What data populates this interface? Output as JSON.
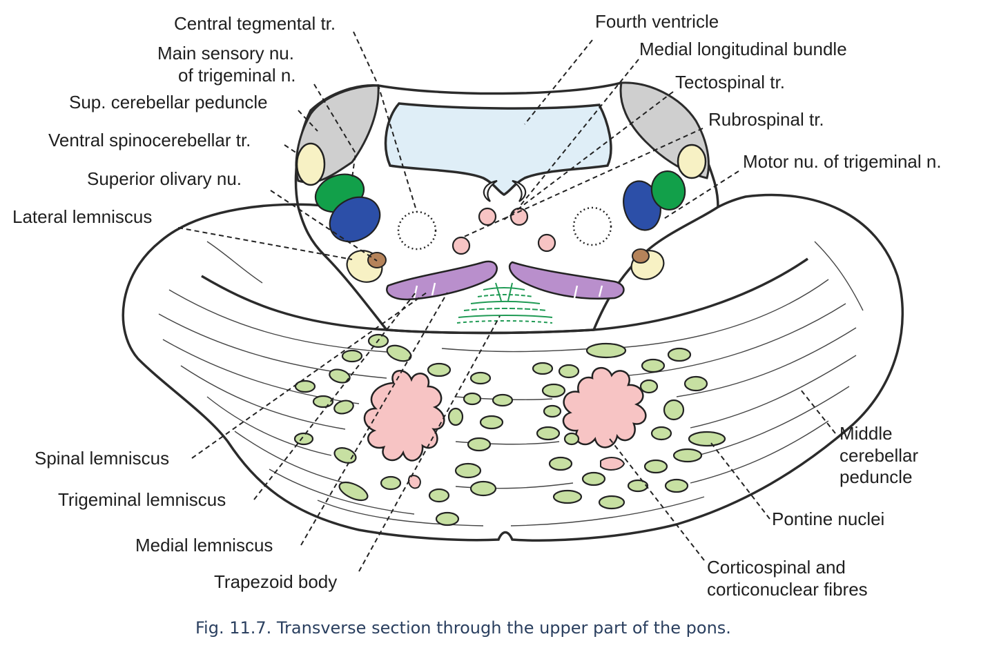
{
  "labels": {
    "central_tegmental": "Central tegmental tr.",
    "main_sensory_1": "Main sensory nu.",
    "main_sensory_2": "of trigeminal n.",
    "sup_cerebellar": "Sup. cerebellar peduncle",
    "ventral_spinocerebellar": "Ventral spinocerebellar tr.",
    "superior_olivary": "Superior olivary nu.",
    "lateral_lemniscus": "Lateral lemniscus",
    "fourth_ventricle": "Fourth ventricle",
    "medial_longitudinal": "Medial longitudinal bundle",
    "tectospinal": "Tectospinal tr.",
    "rubrospinal": "Rubrospinal tr.",
    "motor_nucleus": "Motor nu. of trigeminal n.",
    "spinal_lemniscus": "Spinal lemniscus",
    "trigeminal_lemniscus": "Trigeminal lemniscus",
    "medial_lemniscus": "Medial lemniscus",
    "trapezoid_body": "Trapezoid body",
    "middle_cerebellar_1": "Middle",
    "middle_cerebellar_2": "cerebellar",
    "middle_cerebellar_3": "peduncle",
    "pontine_nuclei": "Pontine nuclei",
    "corticospinal_1": "Corticospinal and",
    "corticospinal_2": "corticonuclear fibres"
  },
  "caption": "Fig. 11.7. Transverse section through the upper part of the pons.",
  "colors": {
    "ventricle": "#dfeef7",
    "sup_cerebellar_peduncle": "#cfcfcf",
    "spinocerebellar": "#f7f1c4",
    "main_sensory": "#12a04a",
    "motor_nucleus": "#2c4fa8",
    "lateral_lemniscus": "#f7f1c4",
    "lemniscus_core": "#b5835a",
    "medial_lemniscus": "#b98fcc",
    "trapezoid_body": "#1f9a54",
    "small_tracts": "#f7c4c4",
    "corticospinal": "#f7c4c4",
    "pontine_nuclei": "#c7e0a2",
    "caption": "#2a3f5f"
  }
}
